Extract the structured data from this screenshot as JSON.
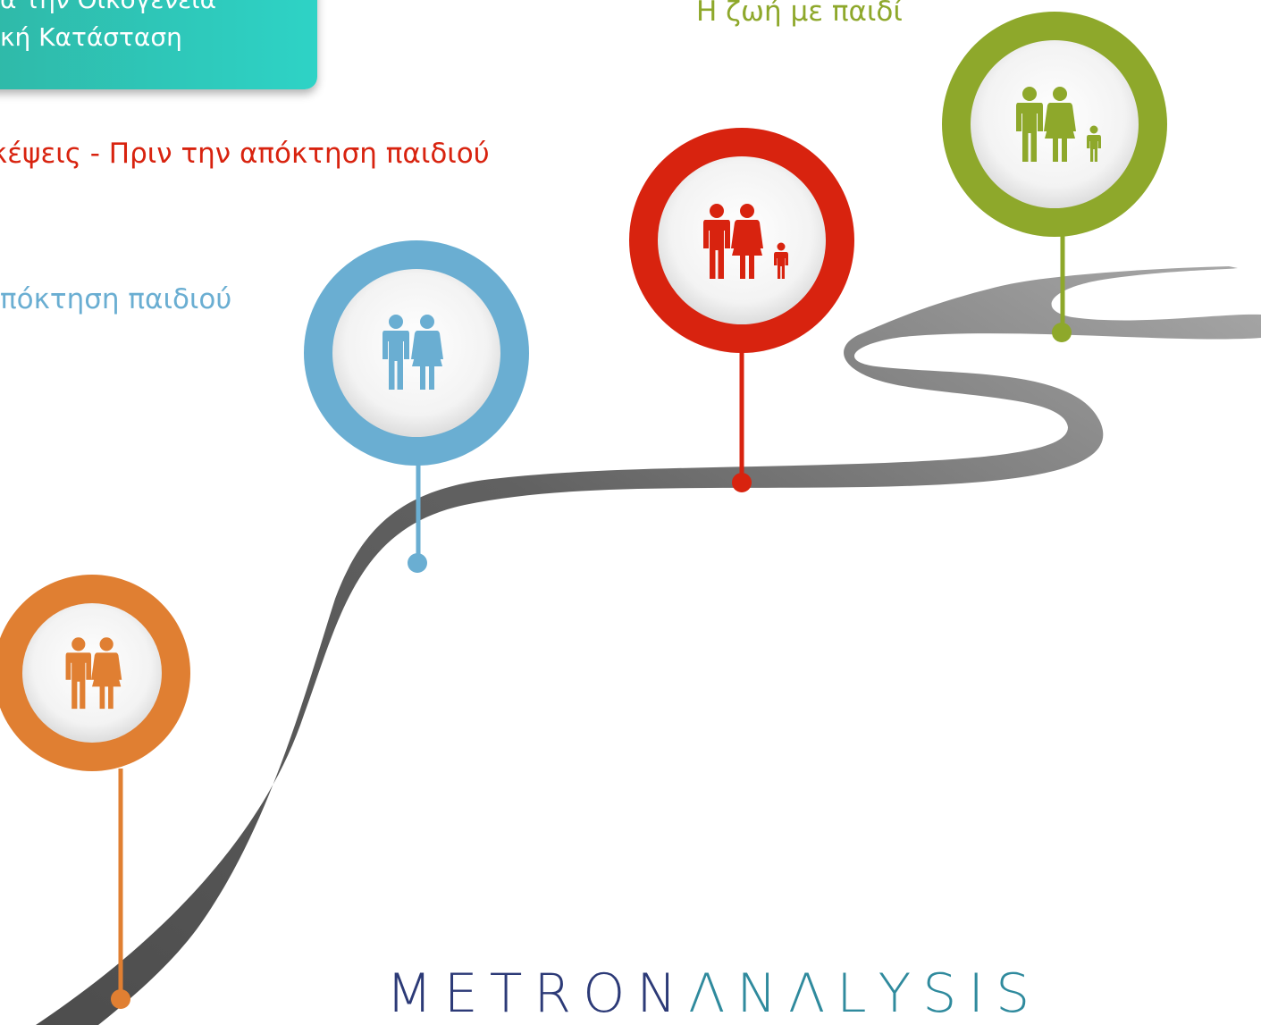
{
  "topic_box": {
    "line1": "α την Οικογένεια",
    "line2": "κή Κατάσταση",
    "gradient_from": "#2fb7a6",
    "gradient_to": "#2ed3c6"
  },
  "stages": [
    {
      "id": "stage-orange",
      "label": "",
      "color": "#e07f32",
      "icon": "couple-icon"
    },
    {
      "id": "stage-blue",
      "label": "πόκτηση παιδιού",
      "color": "#6aaed2",
      "icon": "couple-icon"
    },
    {
      "id": "stage-red",
      "label": "κέψεις - Πριν την απόκτηση παιδιού",
      "color": "#d8230f",
      "icon": "family-with-child-icon"
    },
    {
      "id": "stage-green",
      "label": "Η ζωή με παιδί",
      "color": "#8ea82b",
      "icon": "family-with-child-icon"
    }
  ],
  "road": {
    "color_dark": "#545454",
    "color_light": "#a4a4a4"
  },
  "brand": {
    "text": "METRONANALYSIS",
    "color_dark": "#2c3a77",
    "color_light": "#2f8a9d"
  }
}
